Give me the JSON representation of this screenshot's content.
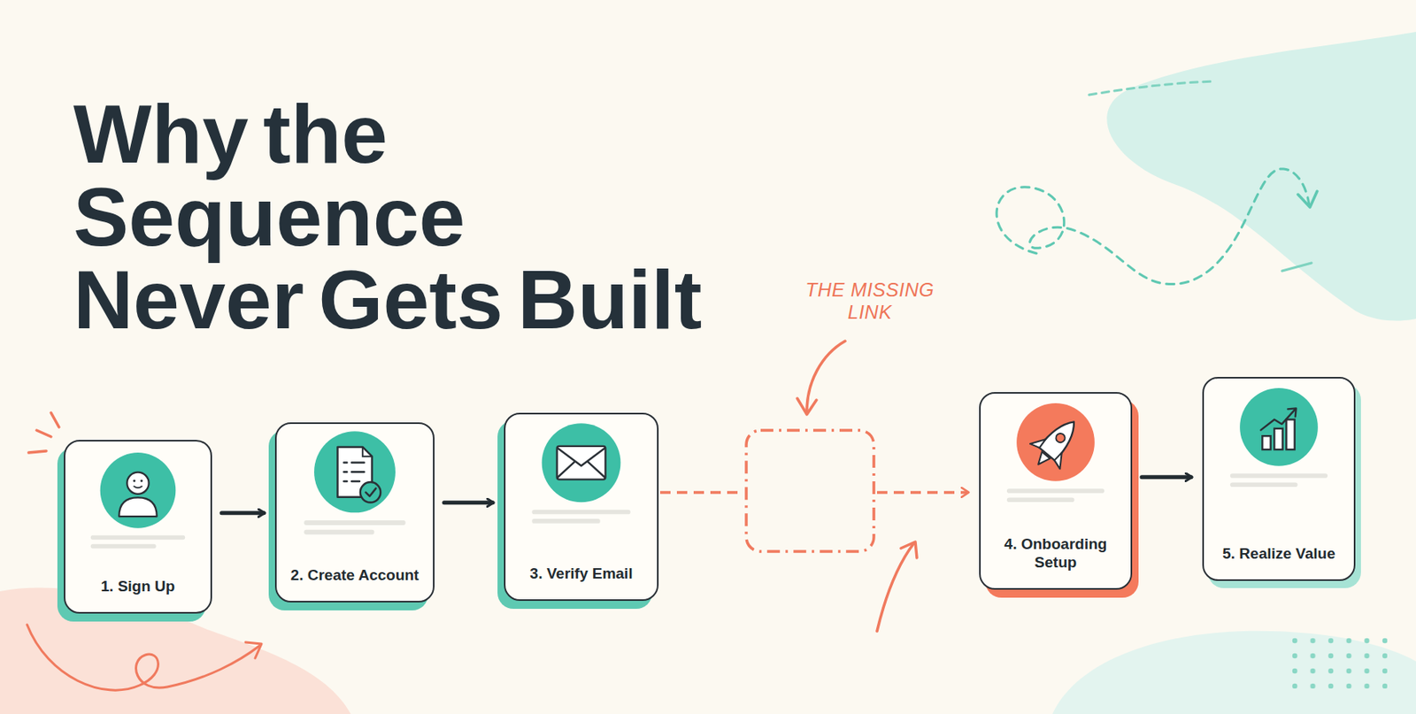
{
  "diagram": {
    "title": "Why the Sequence Never Gets Built",
    "nodes": [
      {
        "text": [
          "1. Sign Up"
        ]
      },
      {
        "text": [
          "2. Create Account"
        ]
      },
      {
        "text": [
          "3. Verify Email"
        ]
      },
      {
        "text": [
          "4. Onboarding Setup"
        ]
      },
      {
        "text": [
          "5. Realize Value"
        ]
      }
    ],
    "edges": [
      {
        "from": 0,
        "to": 1,
        "arrow": "to"
      },
      {
        "from": 1,
        "to": 2,
        "arrow": "to"
      },
      {
        "from": 2,
        "to": 3,
        "arrow": "to"
      },
      {
        "from": 3,
        "to": 4,
        "arrow": "to"
      }
    ],
    "labels": [
      "THE MISSING LINK"
    ]
  }
}
